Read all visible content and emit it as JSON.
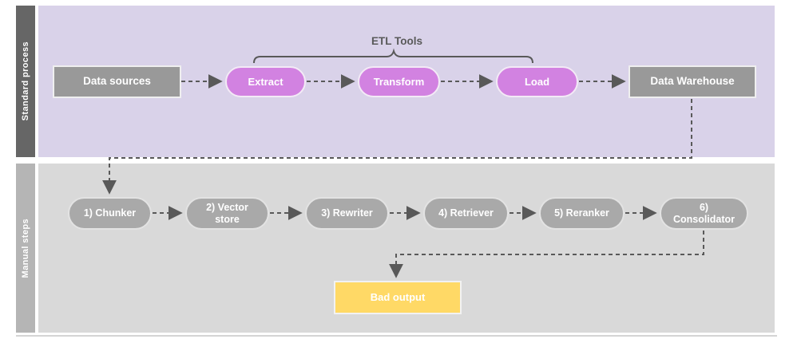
{
  "diagram": {
    "lanes": {
      "standard": {
        "label": "Standard process"
      },
      "manual": {
        "label": "Manual steps"
      }
    },
    "bracket_label": "ETL Tools",
    "nodes": {
      "data_sources": "Data sources",
      "extract": "Extract",
      "transform": "Transform",
      "load": "Load",
      "data_warehouse": "Data Warehouse",
      "step1": "1) Chunker",
      "step2": "2) Vector store",
      "step3": "3) Rewriter",
      "step4": "4) Retriever",
      "step5": "5) Reranker",
      "step6": "6) Consolidator",
      "bad_output": "Bad output"
    },
    "colors": {
      "lane_standard_bg": "#d9d2e9",
      "lane_standard_sidebar": "#666666",
      "lane_manual_bg": "#d9d9d9",
      "lane_manual_sidebar": "#b5b5b5",
      "process_box_fill": "#999999",
      "etl_pill_fill": "#d282e1",
      "manual_pill_fill": "#a9a9a9",
      "bad_output_fill": "#ffd966",
      "connector_stroke": "#595959",
      "node_text": "#ffffff"
    }
  }
}
